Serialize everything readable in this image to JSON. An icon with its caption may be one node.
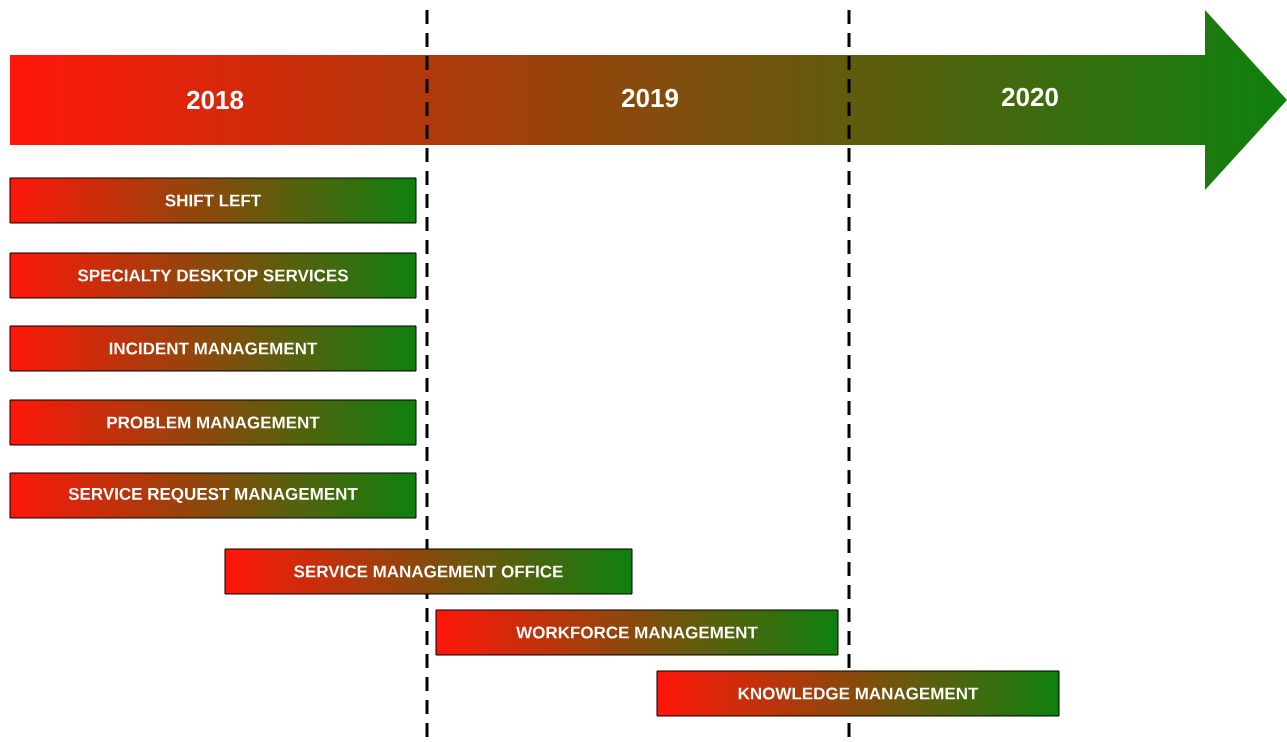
{
  "diagram": {
    "nodes": [
      {
        "text": [
          "2018",
          "2019",
          "2020"
        ]
      },
      {
        "text": [
          "SHIFT LEFT"
        ]
      },
      {
        "text": [
          "SPECIALTY DESKTOP SERVICES"
        ]
      },
      {
        "text": [
          "INCIDENT MANAGEMENT"
        ]
      },
      {
        "text": [
          "PROBLEM MANAGEMENT"
        ]
      },
      {
        "text": [
          "SERVICE REQUEST MANAGEMENT"
        ]
      },
      {
        "text": [
          "SERVICE MANAGEMENT OFFICE"
        ]
      },
      {
        "text": [
          "WORKFORCE MANAGEMENT"
        ]
      },
      {
        "text": [
          "KNOWLEDGE MANAGEMENT"
        ]
      }
    ]
  }
}
